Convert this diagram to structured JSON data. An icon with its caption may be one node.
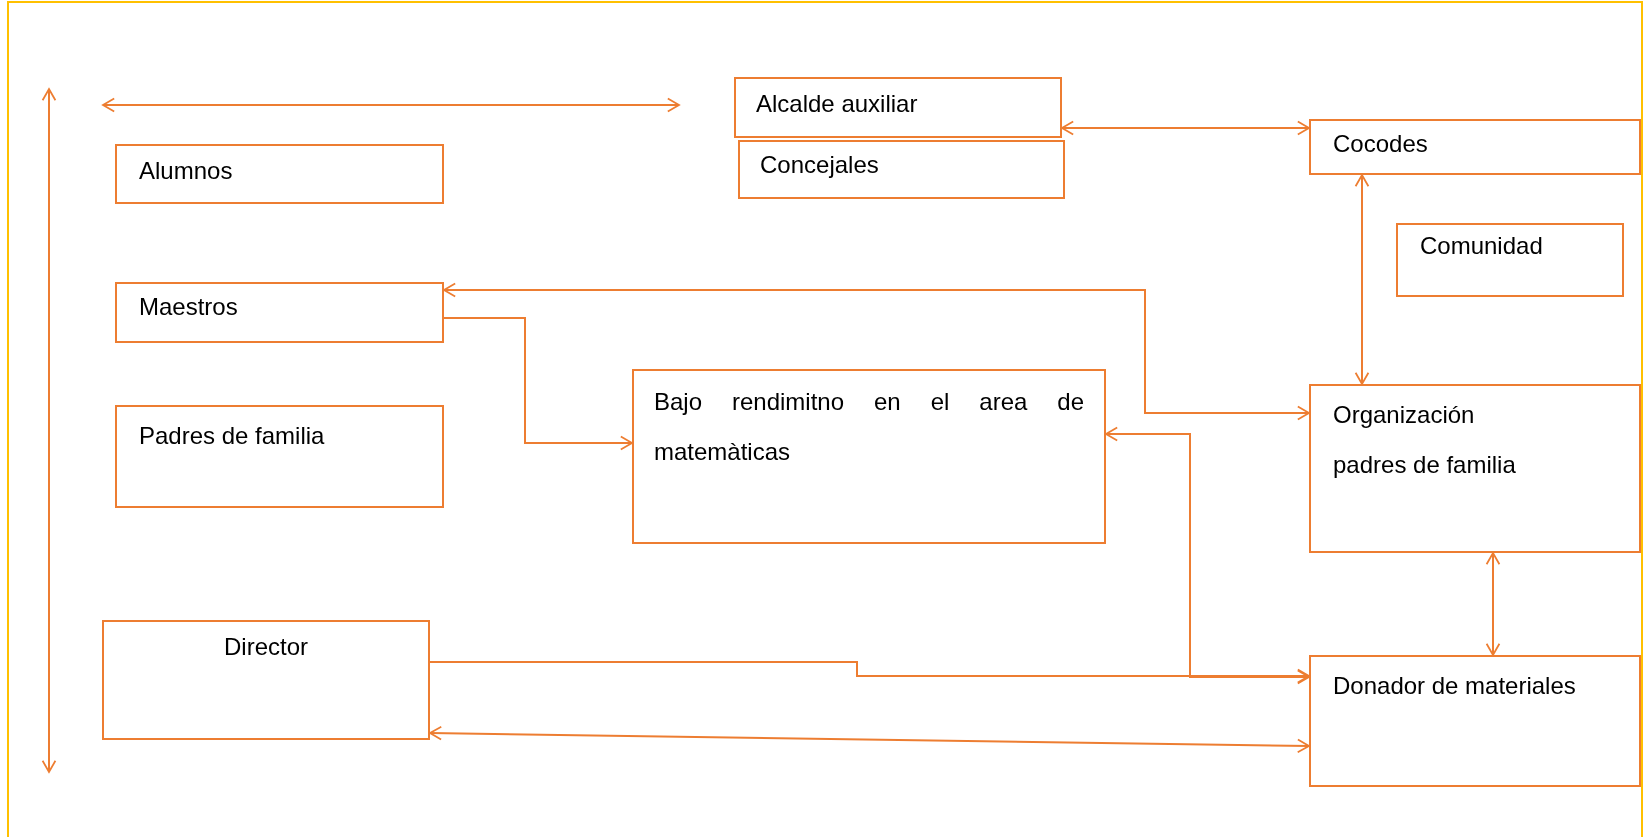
{
  "diagram": {
    "nodes": [
      {
        "text": [
          "Alumnos"
        ]
      },
      {
        "text": [
          "Alcalde auxiliar"
        ]
      },
      {
        "text": [
          "Concejales"
        ]
      },
      {
        "text": [
          "Cocodes"
        ]
      },
      {
        "text": [
          "Comunidad"
        ]
      },
      {
        "text": [
          "Maestros"
        ]
      },
      {
        "text": [
          "Padres de familia"
        ]
      },
      {
        "text": [
          "Bajo rendimitno en el area de matemàticas"
        ]
      },
      {
        "text": [
          "Organización padres de familia"
        ]
      },
      {
        "text": [
          "Director"
        ]
      },
      {
        "text": [
          "Donador de materiales"
        ]
      }
    ],
    "edges": [
      {
        "from": 1,
        "to": 3,
        "arrow": "both"
      },
      {
        "from": 3,
        "to": 8,
        "arrow": "both"
      },
      {
        "from": 5,
        "to": 7,
        "arrow": "to"
      },
      {
        "from": 8,
        "to": 5,
        "arrow": "both"
      },
      {
        "from": 7,
        "to": 10,
        "arrow": "both"
      },
      {
        "from": 9,
        "to": 10,
        "arrow": "to"
      },
      {
        "from": 8,
        "to": 10,
        "arrow": "both"
      },
      {
        "from": 9,
        "to": 10,
        "arrow": "both"
      }
    ]
  }
}
